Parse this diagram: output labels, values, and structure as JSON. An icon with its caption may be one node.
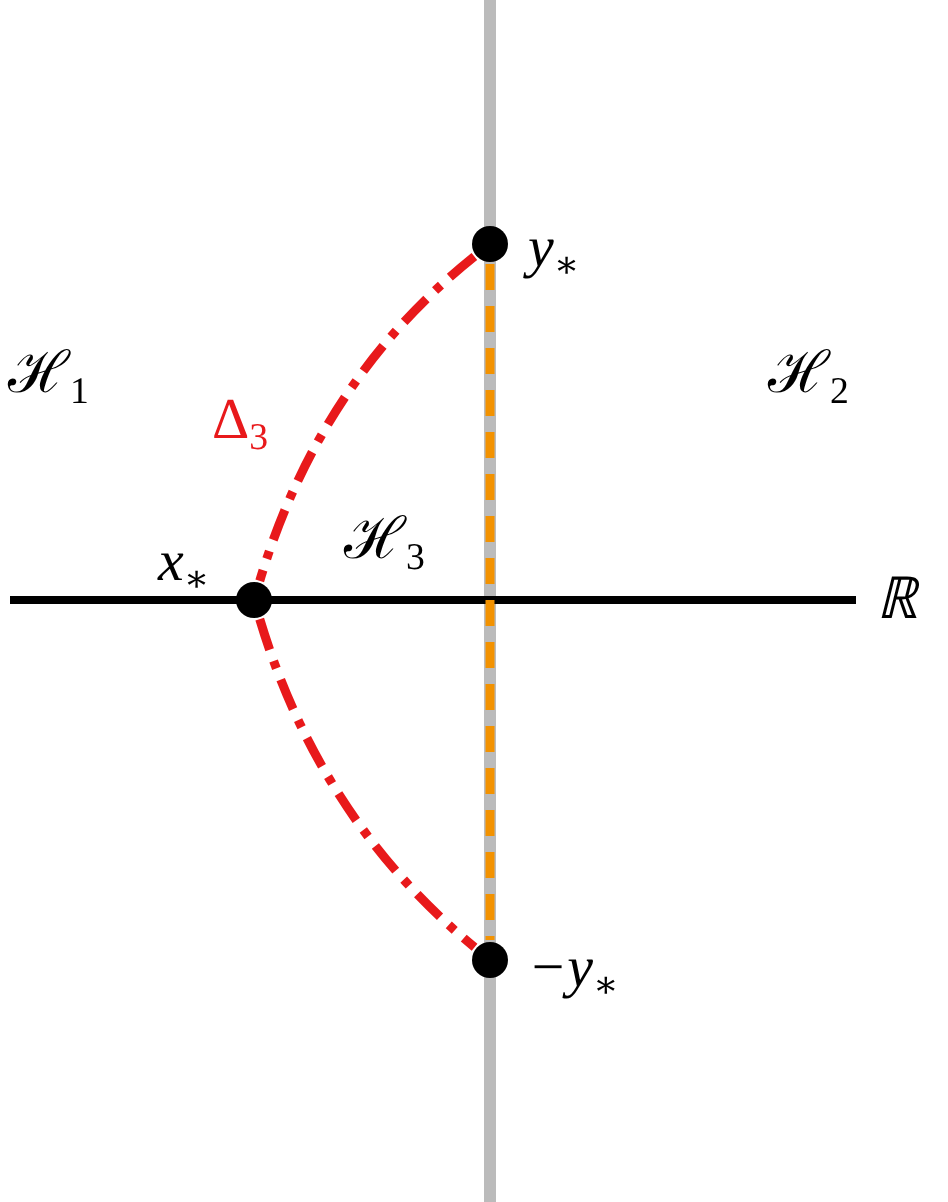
{
  "diagram": {
    "nodes": [
      {
        "text": [],
        "shape": "circle",
        "beside": [
          "y$_{∗}$"
        ]
      },
      {
        "text": [],
        "shape": "circle",
        "beside": [
          "x$_{∗}$"
        ]
      },
      {
        "text": [],
        "shape": "circle",
        "beside": [
          "−y$_{∗}$"
        ]
      }
    ],
    "edges": [
      {
        "from": 0,
        "to": 1,
        "arrow": "none",
        "label": "Δ$_{3}$",
        "style": "dashed",
        "color": "#e8191b"
      },
      {
        "from": 1,
        "to": 2,
        "arrow": "none",
        "style": "dashed",
        "color": "#e8191b"
      },
      {
        "from": 0,
        "to": 2,
        "arrow": "none",
        "style": "dashed",
        "color": "#f39200"
      }
    ],
    "labels": [
      "ℋ$_{1}$",
      "ℋ$_{2}$",
      "ℋ$_{3}$",
      "ℝ"
    ]
  }
}
